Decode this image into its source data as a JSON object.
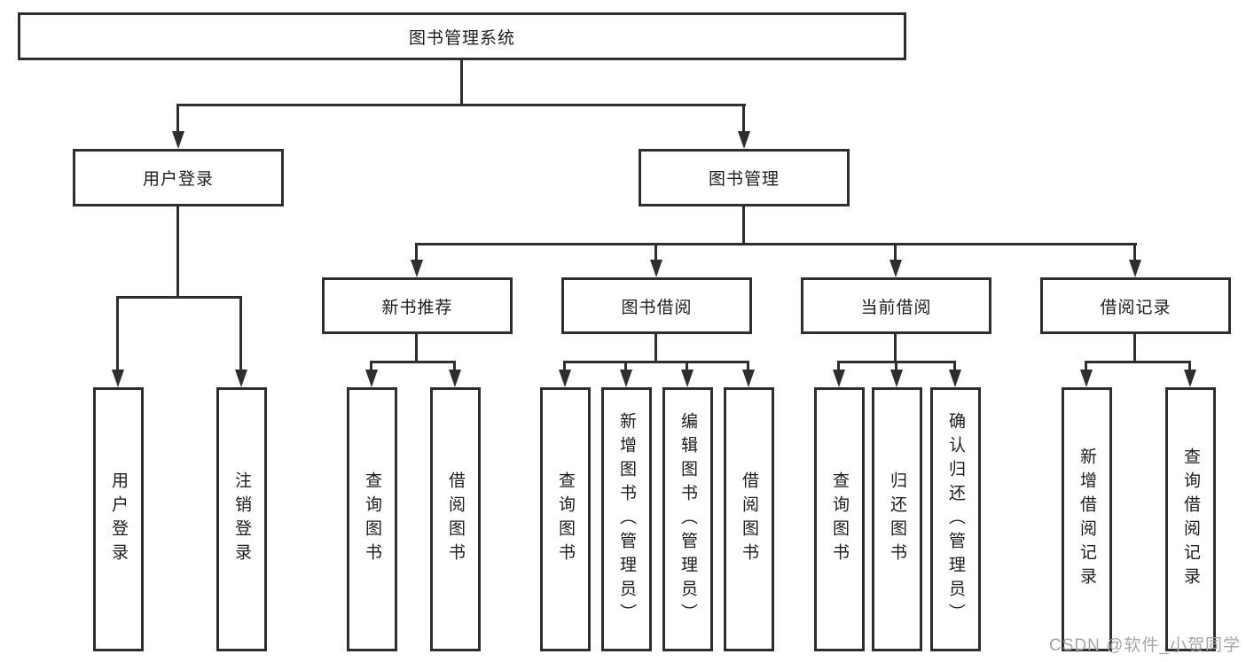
{
  "page": {
    "background": "#ffffff"
  },
  "colors": {
    "box_border": "#2e2e2e",
    "connector": "#2e2e2e",
    "text": "#1c1c1c",
    "watermark": "#a6a6a6"
  },
  "tree": {
    "label": "图书管理系统",
    "children": [
      {
        "label": "用户登录",
        "children": [
          {
            "label": "用户登录"
          },
          {
            "label": "注销登录"
          }
        ]
      },
      {
        "label": "图书管理",
        "children": [
          {
            "label": "新书推荐",
            "children": [
              {
                "label": "查询图书"
              },
              {
                "label": "借阅图书"
              }
            ]
          },
          {
            "label": "图书借阅",
            "children": [
              {
                "label": "查询图书"
              },
              {
                "label": "新增图书（管理员）"
              },
              {
                "label": "编辑图书（管理员）"
              },
              {
                "label": "借阅图书"
              }
            ]
          },
          {
            "label": "当前借阅",
            "children": [
              {
                "label": "查询图书"
              },
              {
                "label": "归还图书"
              },
              {
                "label": "确认归还（管理员）"
              }
            ]
          },
          {
            "label": "借阅记录",
            "children": [
              {
                "label": "新增借阅记录"
              },
              {
                "label": "查询借阅记录"
              }
            ]
          }
        ]
      }
    ]
  },
  "watermark": {
    "text": "CSDN @软件_小贺同学"
  }
}
